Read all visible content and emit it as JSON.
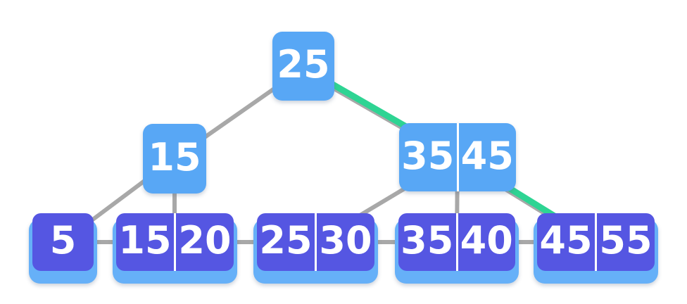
{
  "diagram": {
    "type": "b-plus-tree",
    "nodes": {
      "root": {
        "keys": [
          "25"
        ]
      },
      "internal_left": {
        "keys": [
          "15"
        ]
      },
      "internal_right": {
        "keys": [
          "35",
          "45"
        ]
      },
      "leaves": [
        {
          "keys": [
            "5"
          ]
        },
        {
          "keys": [
            "15",
            "20"
          ]
        },
        {
          "keys": [
            "25",
            "30"
          ]
        },
        {
          "keys": [
            "35",
            "40"
          ]
        },
        {
          "keys": [
            "45",
            "55"
          ]
        }
      ]
    },
    "highlighted_path": [
      "25",
      "35 45",
      "45 55"
    ]
  },
  "colors": {
    "internal_node": "#58a7f5",
    "leaf_cell": "#5556e2",
    "leaf_base": "#66b0f8",
    "edge": "#a8a8a8",
    "highlight_edge": "#2ed493",
    "key_text": "#ffffff",
    "divider": "#ffffff",
    "background": "#ffffff"
  }
}
